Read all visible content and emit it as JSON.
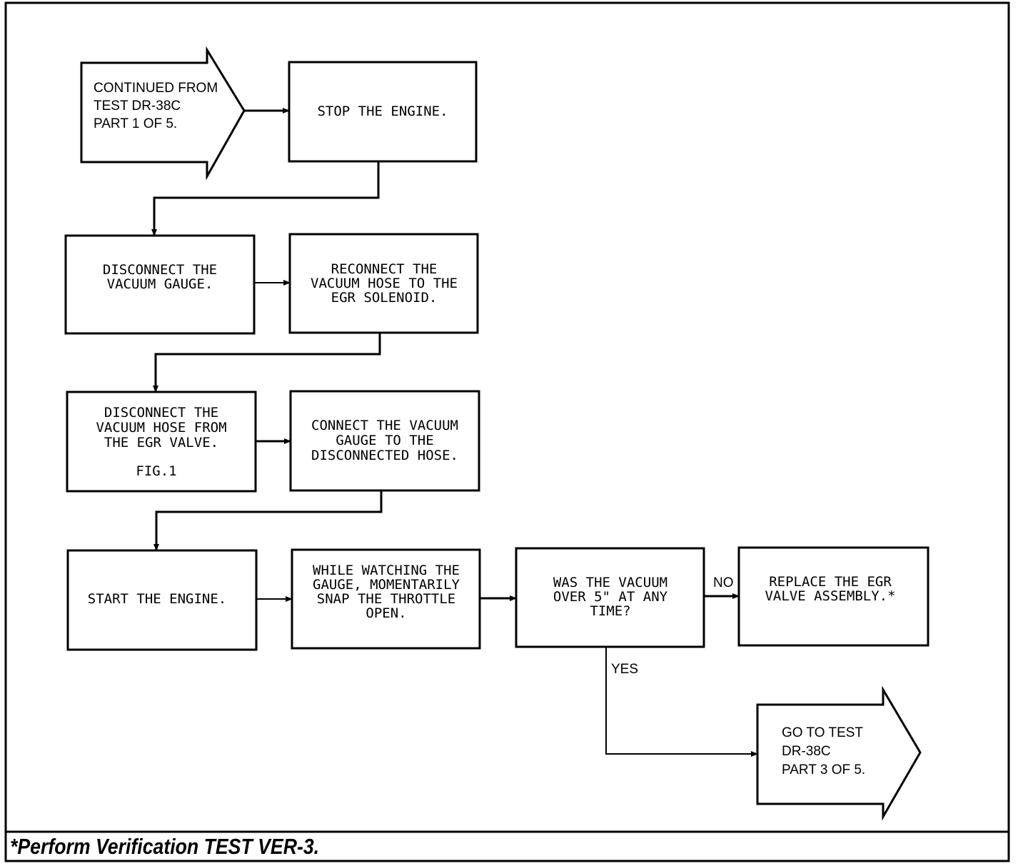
{
  "flowchart": {
    "start_arrow": {
      "lines": [
        "CONTINUED FROM",
        "TEST DR-38C",
        "PART 1 OF 5."
      ]
    },
    "stop_engine": {
      "lines": [
        "STOP THE ENGINE."
      ]
    },
    "disconnect_gauge": {
      "lines": [
        "DISCONNECT THE",
        "VACUUM GAUGE."
      ]
    },
    "reconnect_hose": {
      "lines": [
        "RECONNECT THE",
        "VACUUM HOSE TO THE",
        "EGR SOLENOID."
      ]
    },
    "disconnect_hose": {
      "lines": [
        "DISCONNECT THE",
        "VACUUM HOSE FROM",
        "THE EGR VALVE."
      ],
      "fig": "FIG.1"
    },
    "connect_gauge": {
      "lines": [
        "CONNECT THE VACUUM",
        "GAUGE TO THE",
        "DISCONNECTED HOSE."
      ]
    },
    "start_engine": {
      "lines": [
        "START THE ENGINE."
      ]
    },
    "snap_throttle": {
      "lines": [
        "WHILE WATCHING THE",
        "GAUGE, MOMENTARILY",
        "SNAP THE THROTTLE",
        "OPEN."
      ]
    },
    "decision": {
      "lines": [
        "WAS THE VACUUM",
        "OVER 5\" AT ANY",
        "TIME?"
      ]
    },
    "replace_valve": {
      "lines": [
        "REPLACE THE EGR",
        "VALVE ASSEMBLY.*"
      ]
    },
    "end_arrow": {
      "lines": [
        "GO TO TEST",
        "DR-38C",
        "PART 3 OF 5."
      ]
    },
    "label_no": "NO",
    "label_yes": "YES"
  },
  "footer": {
    "note": "*Perform Verification TEST VER-3."
  }
}
